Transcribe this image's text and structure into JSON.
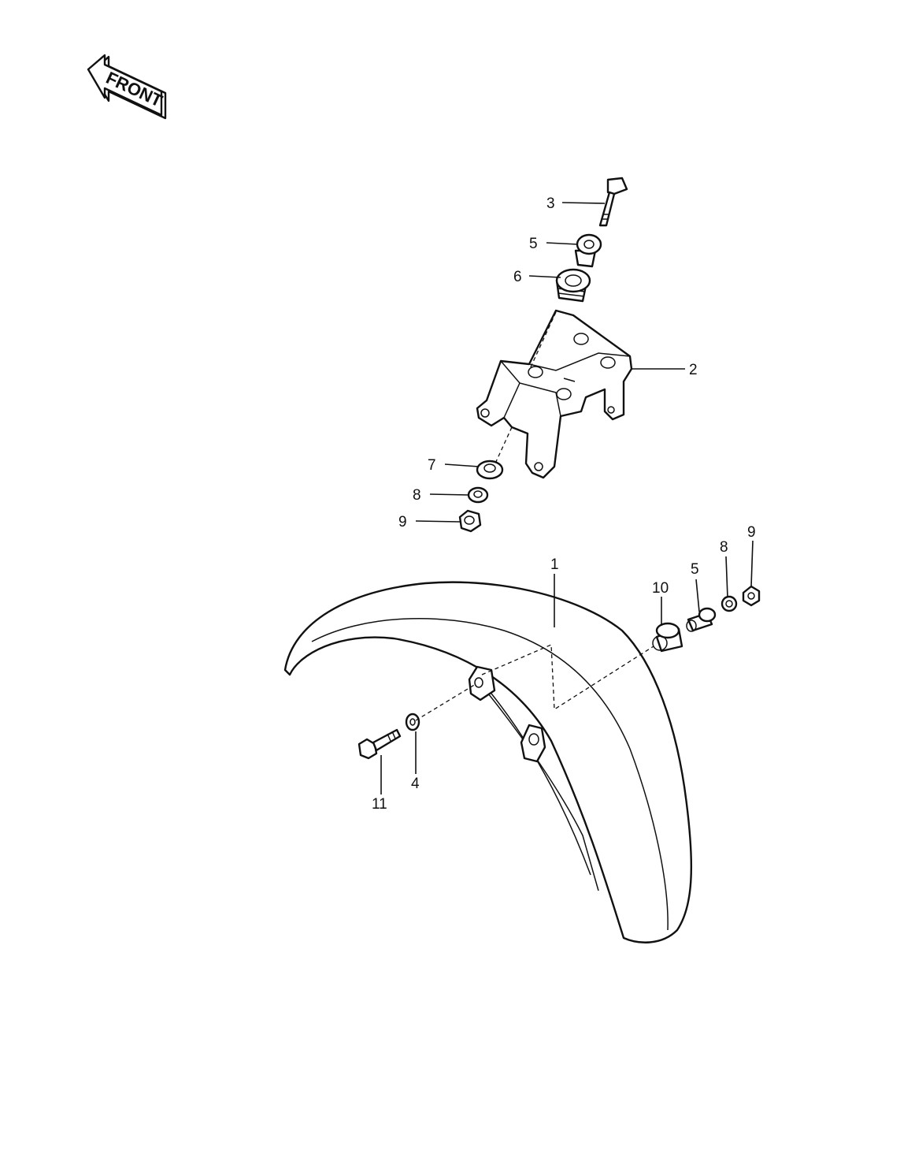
{
  "diagram": {
    "front_arrow_label": "FRONT",
    "callouts": [
      {
        "id": "c1",
        "text": "1"
      },
      {
        "id": "c2",
        "text": "2"
      },
      {
        "id": "c3",
        "text": "3"
      },
      {
        "id": "c4",
        "text": "4"
      },
      {
        "id": "c5a",
        "text": "5"
      },
      {
        "id": "c5b",
        "text": "5"
      },
      {
        "id": "c6",
        "text": "6"
      },
      {
        "id": "c7",
        "text": "7"
      },
      {
        "id": "c8a",
        "text": "8"
      },
      {
        "id": "c8b",
        "text": "8"
      },
      {
        "id": "c9a",
        "text": "9"
      },
      {
        "id": "c9b",
        "text": "9"
      },
      {
        "id": "c10",
        "text": "10"
      },
      {
        "id": "c11",
        "text": "11"
      }
    ],
    "icons": {
      "front_arrow": "front-direction-arrow-icon"
    },
    "colors": {
      "ink": "#111111",
      "paper": "#ffffff"
    }
  }
}
